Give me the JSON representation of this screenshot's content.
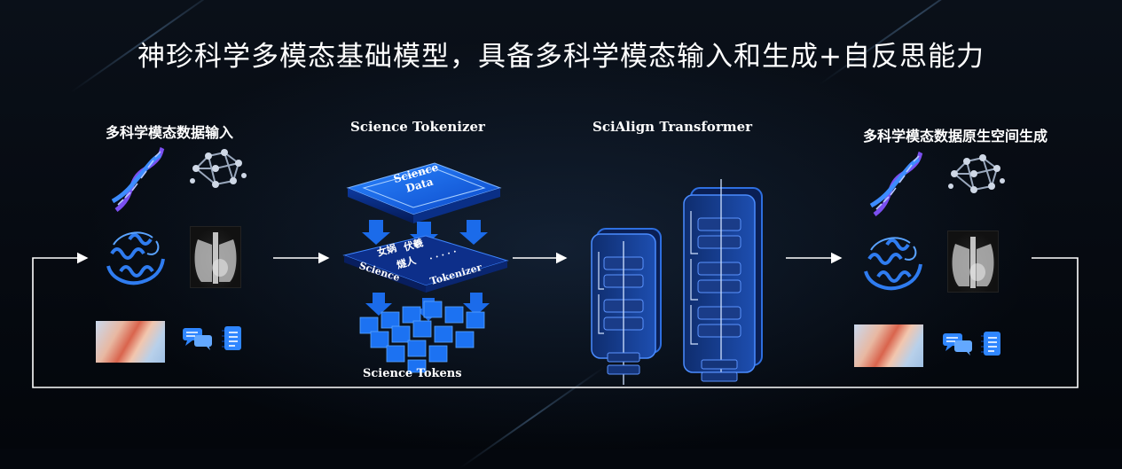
{
  "title": "神珍科学多模态基础模型，具备多科学模态输入和生成+自反思能力",
  "sections": {
    "input": "多科学模态数据输入",
    "tokenizer": "Science Tokenizer",
    "transformer": "SciAlign Transformer",
    "output": "多科学模态数据原生空间生成"
  },
  "tokenizer": {
    "data_label_line1": "Science",
    "data_label_line2": "Data",
    "layer_text1": "女娲",
    "layer_text2": "伏羲",
    "layer_text3": "燧人",
    "layer_dots": "· · · · ·",
    "layer_label1": "Science",
    "layer_label2": "Tokenizer",
    "tokens_label": "Science Tokens"
  },
  "colors": {
    "accent_blue": "#1e6fe0",
    "arrow": "#ffffff",
    "background": "#04070d"
  }
}
